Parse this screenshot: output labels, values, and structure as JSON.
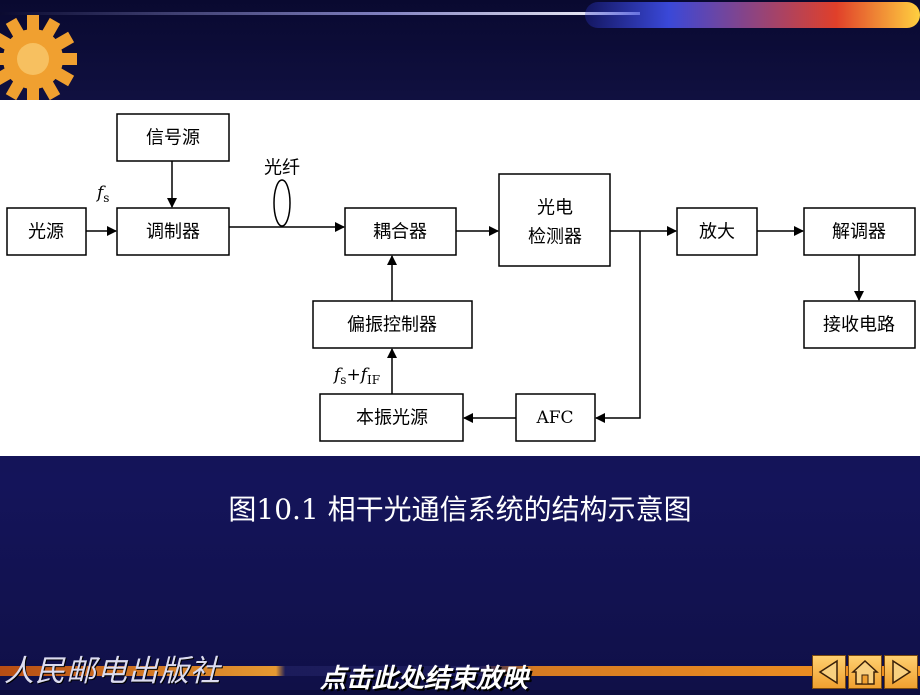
{
  "diagram": {
    "blocks": {
      "signal_source": "信号源",
      "light_source": "光源",
      "modulator": "调制器",
      "coupler": "耦合器",
      "photodetector_line1": "光电",
      "photodetector_line2": "检测器",
      "amplifier": "放大",
      "demodulator": "解调器",
      "receiver_circuit": "接收电路",
      "polarization_controller": "偏振控制器",
      "local_oscillator": "本振光源",
      "afc": "AFC"
    },
    "labels": {
      "fiber": "光纤",
      "fs_f": "f",
      "fs_sub": "s",
      "lo_f1": "f",
      "lo_sub1": "s",
      "lo_plus": "+",
      "lo_f2": "f",
      "lo_sub2": "IF"
    }
  },
  "caption": "图10.1  相干光通信系统的结构示意图",
  "footer": {
    "publisher": "人民邮电出版社",
    "end_show": "点击此处结束放映"
  },
  "colors": {
    "background": "#14145a",
    "panel": "#ffffff",
    "accent_orange": "#f0a030"
  }
}
